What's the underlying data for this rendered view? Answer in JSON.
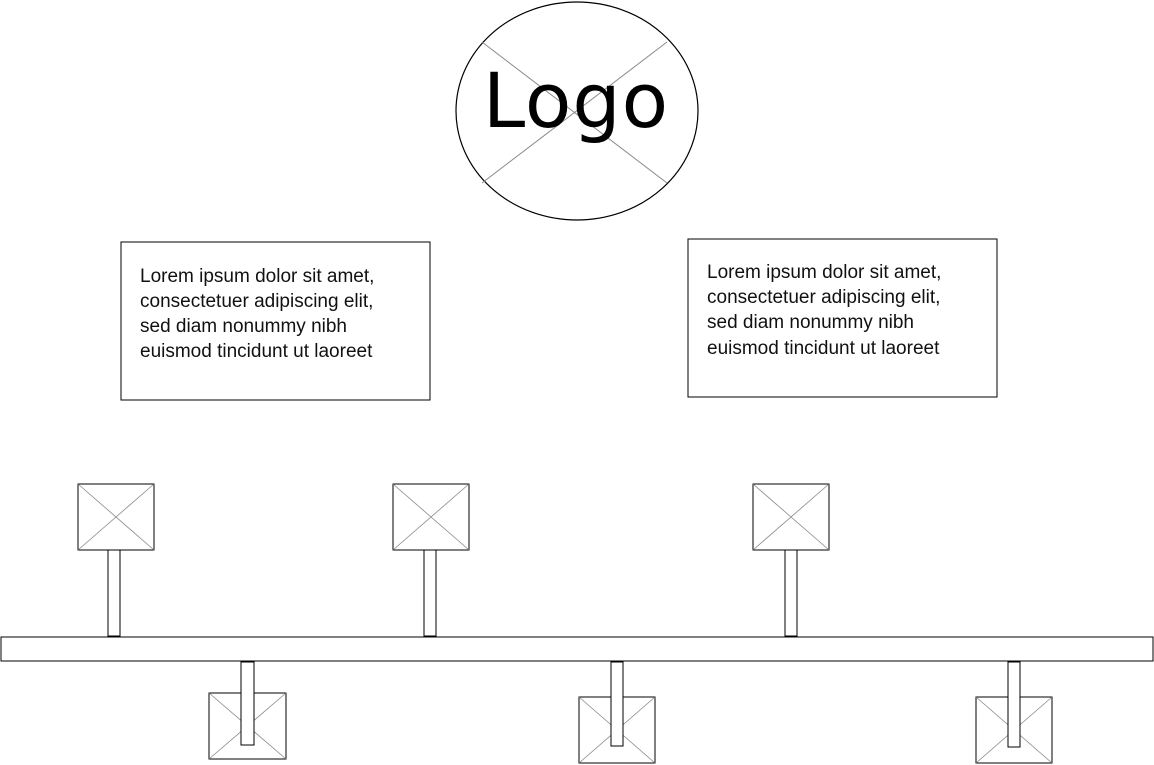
{
  "logo": {
    "text": "Logo"
  },
  "text_boxes": [
    {
      "lines": [
        "Lorem ipsum dolor sit amet,",
        "consectetuer adipiscing elit,",
        "sed diam nonummy nibh",
        "euismod tincidunt ut laoreet"
      ]
    },
    {
      "lines": [
        "Lorem ipsum dolor sit amet,",
        "consectetuer adipiscing elit,",
        "sed diam nonummy nibh",
        "euismod tincidunt ut laoreet"
      ]
    }
  ],
  "colors": {
    "stroke": "#000000",
    "placeholder_cross": "#8a8a8a",
    "fill": "#ffffff"
  },
  "icons": {
    "logo": "logo-placeholder-icon",
    "milestone": "image-placeholder-icon"
  }
}
